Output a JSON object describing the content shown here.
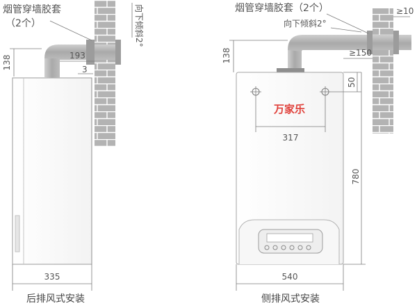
{
  "left_view": {
    "sleeve_label_line1": "烟管穿墙胶套",
    "sleeve_label_line2": "（2个）",
    "slope_label": "向下倾斜2°",
    "dim_height": "138",
    "dim_pipe_length": "193",
    "dim_gap": "3",
    "dim_width": "335",
    "caption": "后排风式安装"
  },
  "right_view": {
    "sleeve_label": "烟管穿墙胶套（2个）",
    "slope_label": "向下倾斜2°",
    "dim_top_gap": "≥10",
    "dim_height": "138",
    "dim_clearance": "≥150",
    "dim_mount_offset": "50",
    "dim_mount_spacing": "317",
    "dim_body_height": "780",
    "dim_width": "540",
    "brand": "万家乐",
    "caption": "侧排风式安装"
  },
  "colors": {
    "brick_fill": "#b3b3b3",
    "brick_line": "#ffffff",
    "pipe_fill": "#a8a8a8",
    "brand_red": "#e0403a"
  }
}
